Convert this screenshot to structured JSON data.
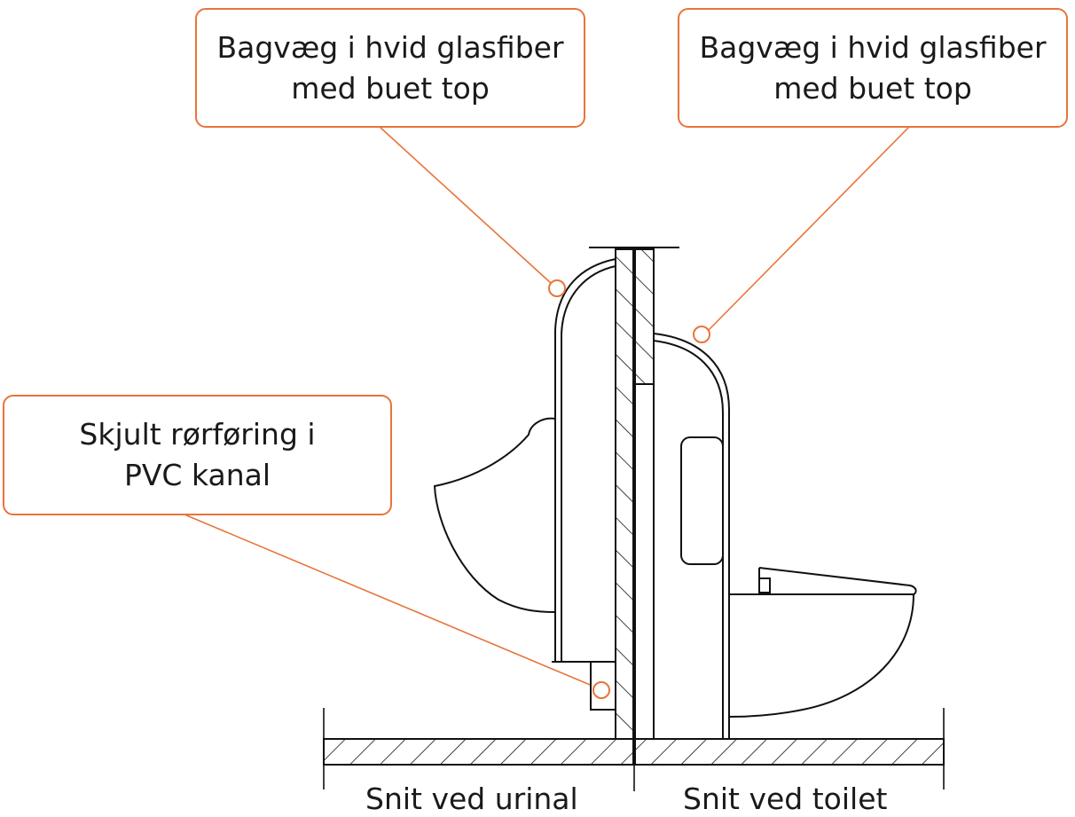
{
  "callouts": {
    "urinal_backwall": {
      "line1": "Bagvæg i hvid glasfiber",
      "line2": "med buet top"
    },
    "toilet_backwall": {
      "line1": "Bagvæg i hvid glasfiber",
      "line2": "med buet top"
    },
    "pipe_channel": {
      "line1": "Skjult rørføring i",
      "line2": "PVC kanal"
    }
  },
  "captions": {
    "urinal_section": "Snit ved urinal",
    "toilet_section": "Snit ved toilet"
  },
  "colors": {
    "accent": "#e8743b",
    "line": "#111111",
    "text": "#1a1a1a"
  }
}
